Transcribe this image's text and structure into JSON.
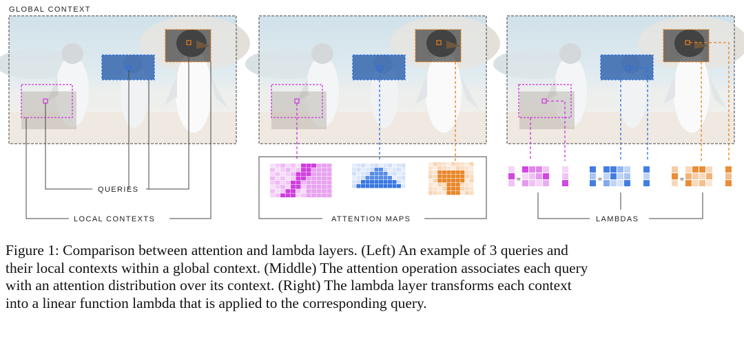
{
  "labels": {
    "global_context": "GLOBAL CONTEXT",
    "queries": "QUERIES",
    "local_contexts": "LOCAL CONTEXTS",
    "attention_maps": "ATTENTION MAPS",
    "lambdas": "LAMBDAS",
    "equals": "="
  },
  "colors": {
    "magenta": "#cc33dd",
    "blue": "#2d6fe0",
    "orange": "#e8801e",
    "frame": "#444444"
  },
  "caption": {
    "line1": "Figure 1: Comparison between attention and lambda layers. (Left) An example of 3 queries and",
    "line2": "their local contexts within a global context. (Middle) The attention operation associates each query",
    "line3": "with an attention distribution over its context. (Right) The lambda layer transforms each context",
    "line4": "into a linear function lambda that is applied to the corresponding query."
  }
}
